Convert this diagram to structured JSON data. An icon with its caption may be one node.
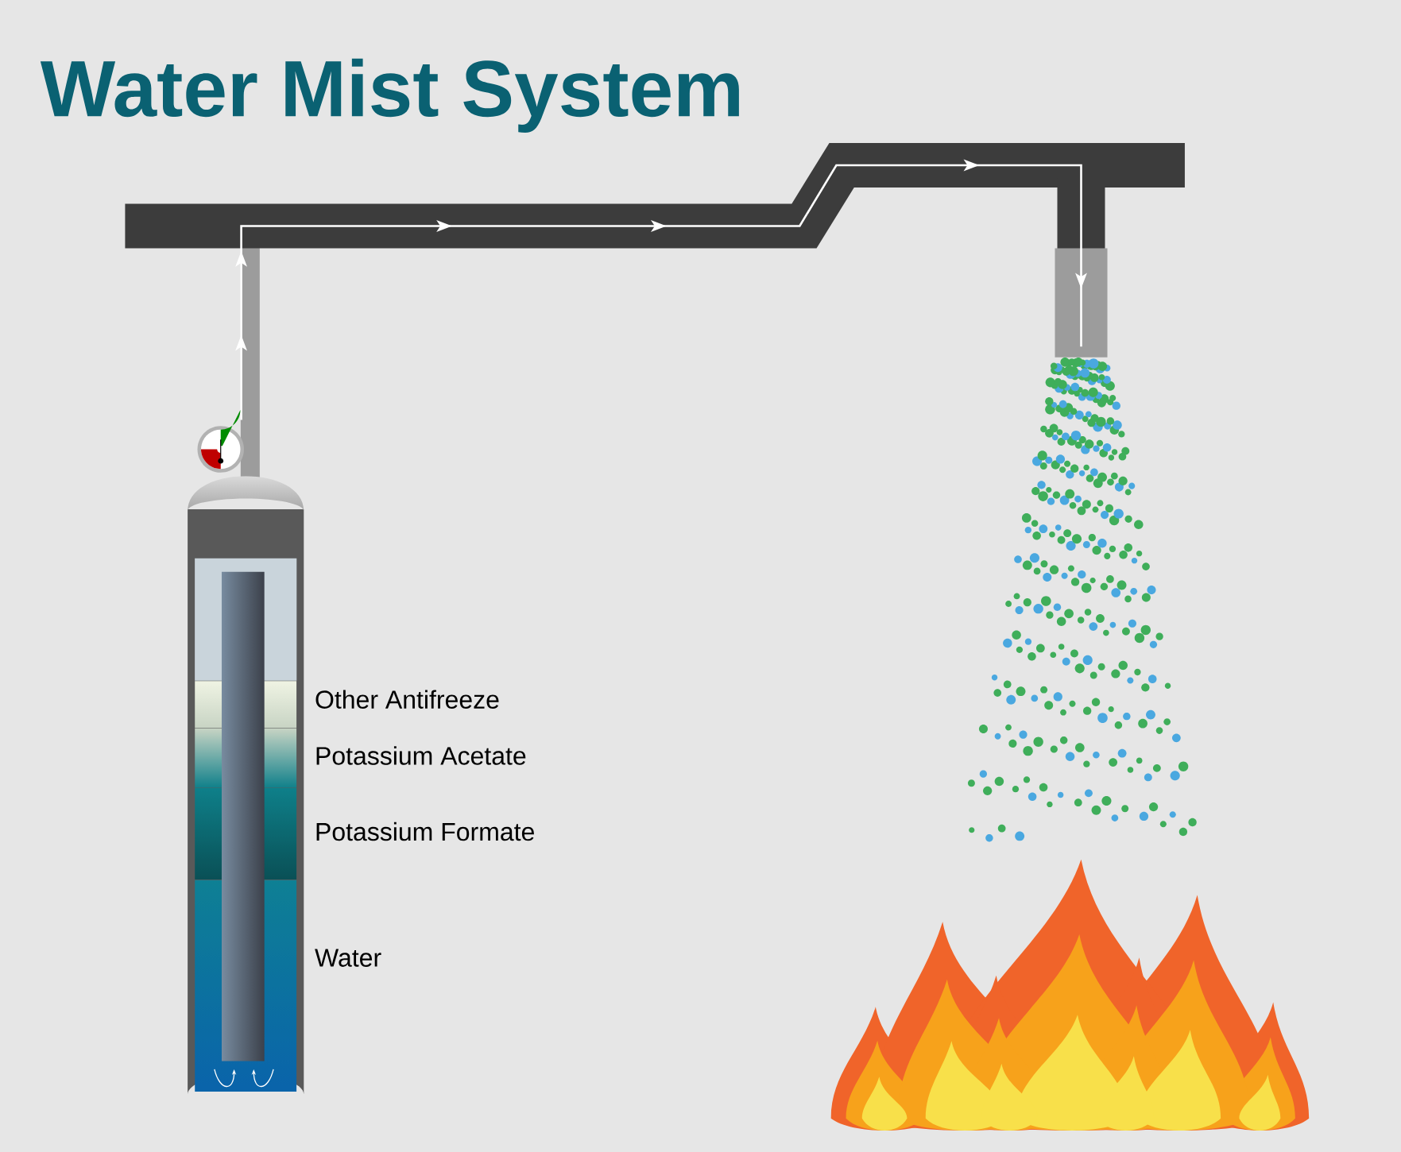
{
  "diagram": {
    "title": "Water Mist System",
    "labels": [
      "Other Antifreeze",
      "Potassium Acetate",
      "Potassium Formate",
      "Water"
    ]
  }
}
